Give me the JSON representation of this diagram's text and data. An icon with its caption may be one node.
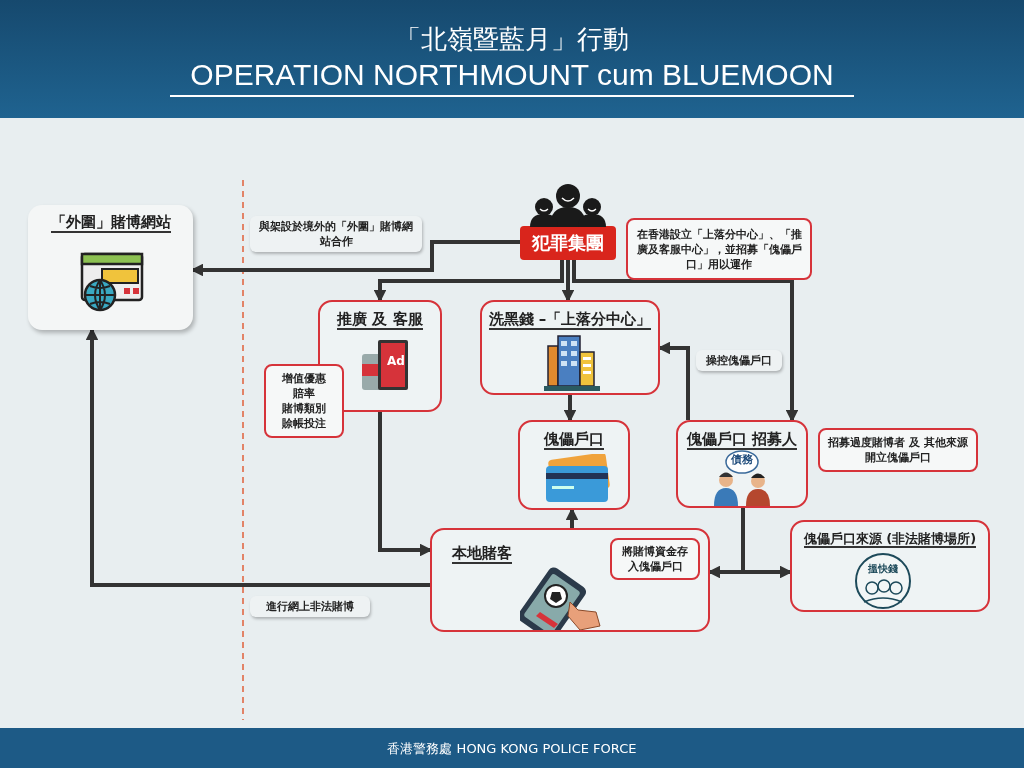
{
  "diagram": {
    "title": "「北嶺暨藍月」行動",
    "nodes": [
      {
        "text": [
          "「外圍」賭博網站"
        ]
      },
      {
        "text": [
          "犯罪集團"
        ]
      },
      {
        "text": [
          "在香港設立「上落分中心」、「推廣及客服中心」，並招募「傀儡戶口」用以運作"
        ]
      },
      {
        "text": [
          "推廣 及 客服",
          "Ad"
        ]
      },
      {
        "text": [
          "增值優惠",
          "賠率",
          "賭博類別",
          "賒帳投注"
        ]
      },
      {
        "text": [
          "洗黑錢 –「上落分中心」"
        ]
      },
      {
        "text": [
          "傀儡戶口"
        ]
      },
      {
        "text": [
          "傀儡戶口 招募人",
          "債務"
        ]
      },
      {
        "text": [
          "招募過度賭博者 及 其他來源開立傀儡戶口"
        ]
      },
      {
        "text": [
          "本地賭客"
        ]
      },
      {
        "text": [
          "將賭博資金存入傀儡戶口"
        ],
        "in": 9
      },
      {
        "text": [
          "傀儡戶口來源 (非法賭博場所)",
          "搵快錢"
        ]
      }
    ],
    "edges": [
      {
        "from": 1,
        "to": 0,
        "arrow": "to",
        "label": "與架設於境外的「外圍」賭博網站合作"
      },
      {
        "from": 1,
        "to": 3,
        "arrow": "to"
      },
      {
        "from": 1,
        "to": 5,
        "arrow": "to"
      },
      {
        "from": 1,
        "to": 7,
        "arrow": "to"
      },
      {
        "from": 5,
        "to": 6,
        "arrow": "to"
      },
      {
        "from": 7,
        "to": 5,
        "arrow": "to",
        "label": "操控傀儡戶口"
      },
      {
        "from": 3,
        "to": 9,
        "arrow": "to"
      },
      {
        "from": 9,
        "to": 6,
        "arrow": "to"
      },
      {
        "from": 9,
        "to": 0,
        "arrow": "to",
        "label": "進行網上非法賭博"
      },
      {
        "from": 7,
        "to": 9,
        "arrow": "to"
      },
      {
        "from": 7,
        "to": 11,
        "arrow": "to"
      }
    ],
    "labels": [
      "OPERATION NORTHMOUNT cum BLUEMOON",
      "香港警務處 HONG KONG POLICE FORCE"
    ]
  }
}
